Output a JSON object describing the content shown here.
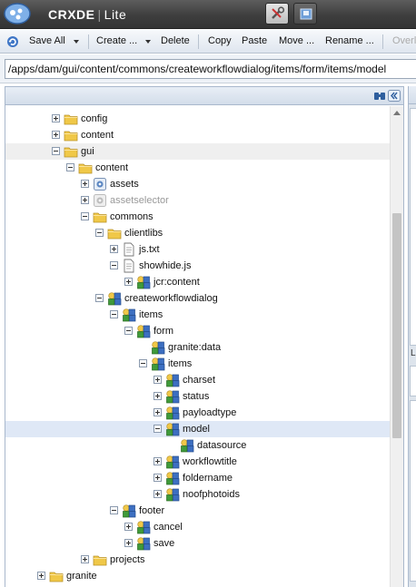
{
  "app": {
    "brand_primary": "CRXDE",
    "brand_secondary": "Lite",
    "modes": [
      {
        "name": "tools-mode",
        "active": true
      },
      {
        "name": "package-mode",
        "active": false
      }
    ]
  },
  "toolbar": {
    "save_all": "Save All",
    "create": "Create ...",
    "delete": "Delete",
    "copy": "Copy",
    "paste": "Paste",
    "move": "Move ...",
    "rename": "Rename ...",
    "overlay": "Overl"
  },
  "address": {
    "path": "/apps/dam/gui/content/commons/createworkflowdialog/items/form/items/model"
  },
  "tree": {
    "nodes": [
      {
        "label": "config",
        "icon": "folder",
        "toggle": "plus",
        "depth": 3
      },
      {
        "label": "content",
        "icon": "folder",
        "toggle": "plus",
        "depth": 3
      },
      {
        "label": "gui",
        "icon": "folder",
        "toggle": "minus",
        "depth": 3,
        "state": "hovered"
      },
      {
        "label": "content",
        "icon": "folder",
        "toggle": "minus",
        "depth": 4
      },
      {
        "label": "assets",
        "icon": "gear-node",
        "toggle": "plus",
        "depth": 5
      },
      {
        "label": "assetselector",
        "icon": "gear-node-muted",
        "toggle": "plus",
        "depth": 5,
        "muted": true
      },
      {
        "label": "commons",
        "icon": "folder",
        "toggle": "minus",
        "depth": 5
      },
      {
        "label": "clientlibs",
        "icon": "folder",
        "toggle": "minus",
        "depth": 6
      },
      {
        "label": "js.txt",
        "icon": "file",
        "toggle": "plus",
        "depth": 7
      },
      {
        "label": "showhide.js",
        "icon": "file",
        "toggle": "minus",
        "depth": 7
      },
      {
        "label": "jcr:content",
        "icon": "node",
        "toggle": "plus",
        "depth": 8
      },
      {
        "label": "createworkflowdialog",
        "icon": "node",
        "toggle": "minus",
        "depth": 6
      },
      {
        "label": "items",
        "icon": "node",
        "toggle": "minus",
        "depth": 7
      },
      {
        "label": "form",
        "icon": "node",
        "toggle": "minus",
        "depth": 8
      },
      {
        "label": "granite:data",
        "icon": "node",
        "toggle": "none",
        "depth": 9
      },
      {
        "label": "items",
        "icon": "node",
        "toggle": "minus",
        "depth": 9
      },
      {
        "label": "charset",
        "icon": "node",
        "toggle": "plus",
        "depth": 10
      },
      {
        "label": "status",
        "icon": "node",
        "toggle": "plus",
        "depth": 10
      },
      {
        "label": "payloadtype",
        "icon": "node",
        "toggle": "plus",
        "depth": 10
      },
      {
        "label": "model",
        "icon": "node",
        "toggle": "minus",
        "depth": 10,
        "state": "selected"
      },
      {
        "label": "datasource",
        "icon": "node",
        "toggle": "none",
        "depth": 11
      },
      {
        "label": "workflowtitle",
        "icon": "node",
        "toggle": "plus",
        "depth": 10
      },
      {
        "label": "foldername",
        "icon": "node",
        "toggle": "plus",
        "depth": 10
      },
      {
        "label": "noofphotoids",
        "icon": "node",
        "toggle": "plus",
        "depth": 10
      },
      {
        "label": "footer",
        "icon": "node",
        "toggle": "minus",
        "depth": 7
      },
      {
        "label": "cancel",
        "icon": "node",
        "toggle": "plus",
        "depth": 8
      },
      {
        "label": "save",
        "icon": "node",
        "toggle": "plus",
        "depth": 8
      },
      {
        "label": "projects",
        "icon": "folder",
        "toggle": "plus",
        "depth": 5
      },
      {
        "label": "granite",
        "icon": "folder",
        "toggle": "plus",
        "depth": 2
      }
    ]
  },
  "right_panel": {
    "letter": "L"
  },
  "colors": {
    "selected_row": "#dfe8f6",
    "header_bg": "#3e3e3e",
    "folder_yellow": "#f0c848",
    "node_blue": "#3d6fc1",
    "node_green": "#3f9a3a"
  }
}
